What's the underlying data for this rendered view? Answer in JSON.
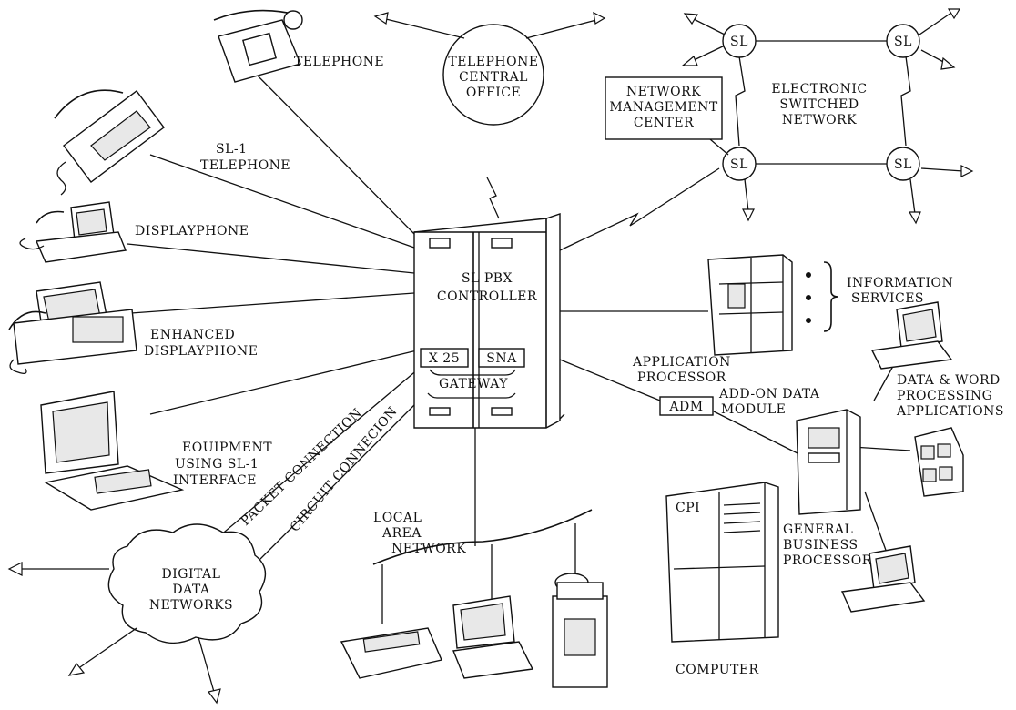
{
  "labels": {
    "telephone": "TELEPHONE",
    "sl1_telephone_1": "SL-1",
    "sl1_telephone_2": "TELEPHONE",
    "displayphone": "DISPLAYPHONE",
    "enhanced_1": "ENHANCED",
    "enhanced_2": "DISPLAYPHONE",
    "equipment_1": "EOUIPMENT",
    "equipment_2": "USING SL-1",
    "equipment_3": "INTERFACE",
    "packet": "PACKET CONNECTION",
    "circuit": "CIRCUIT CONNECION",
    "ddn_1": "DIGITAL",
    "ddn_2": "DATA",
    "ddn_3": "NETWORKS",
    "lan_1": "LOCAL",
    "lan_2": "AREA",
    "lan_3": "NETWORK",
    "central_1": "TELEPHONE",
    "central_2": "CENTRAL",
    "central_3": "OFFICE",
    "nmc_1": "NETWORK",
    "nmc_2": "MANAGEMENT",
    "nmc_3": "CENTER",
    "esn_1": "ELECTRONIC",
    "esn_2": "SWITCHED",
    "esn_3": "NETWORK",
    "sl": "SL",
    "pbx_1": "SL PBX",
    "pbx_2": "CONTROLLER",
    "x25": "X 25",
    "sna": "SNA",
    "gateway": "GATEWAY",
    "info_1": "INFORMATION",
    "info_2": "SERVICES",
    "app_1": "APPLICATION",
    "app_2": "PROCESSOR",
    "adm": "ADM",
    "addon_1": "ADD-ON DATA",
    "addon_2": "MODULE",
    "dwp_1": "DATA & WORD",
    "dwp_2": "PROCESSING",
    "dwp_3": "APPLICATIONS",
    "gbp_1": "GENERAL",
    "gbp_2": "BUSINESS",
    "gbp_3": "PROCESSOR",
    "cpi": "CPI",
    "computer": "COMPUTER"
  }
}
